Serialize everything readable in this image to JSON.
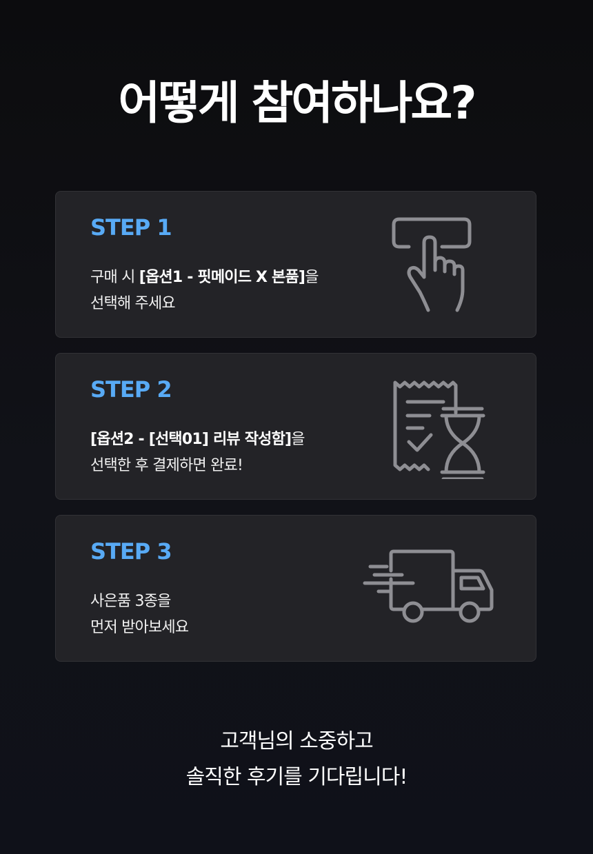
{
  "title": "어떻게 참여하나요?",
  "steps": [
    {
      "label": "STEP 1",
      "line1_prefix": "구매 시 ",
      "line1_bold": "[옵션1 - 핏메이드 X 본품]",
      "line1_suffix": "을",
      "line2": "선택해 주세요",
      "icon": "tap-finger-icon"
    },
    {
      "label": "STEP 2",
      "line1_bold": "[옵션2 - [선택01] 리뷰 작성함]",
      "line1_suffix": "을",
      "line2": "선택한 후 결제하면 완료!",
      "icon": "receipt-hourglass-icon"
    },
    {
      "label": "STEP 3",
      "line1": "사은품 3종을",
      "line2": "먼저 받아보세요",
      "icon": "delivery-truck-icon"
    }
  ],
  "closing": {
    "line1": "고객님의 소중하고",
    "line2": "솔직한 후기를 기다립니다!"
  },
  "colors": {
    "accent": "#58aaf5",
    "card_bg": "#232327",
    "icon_stroke": "#8e8e93"
  }
}
